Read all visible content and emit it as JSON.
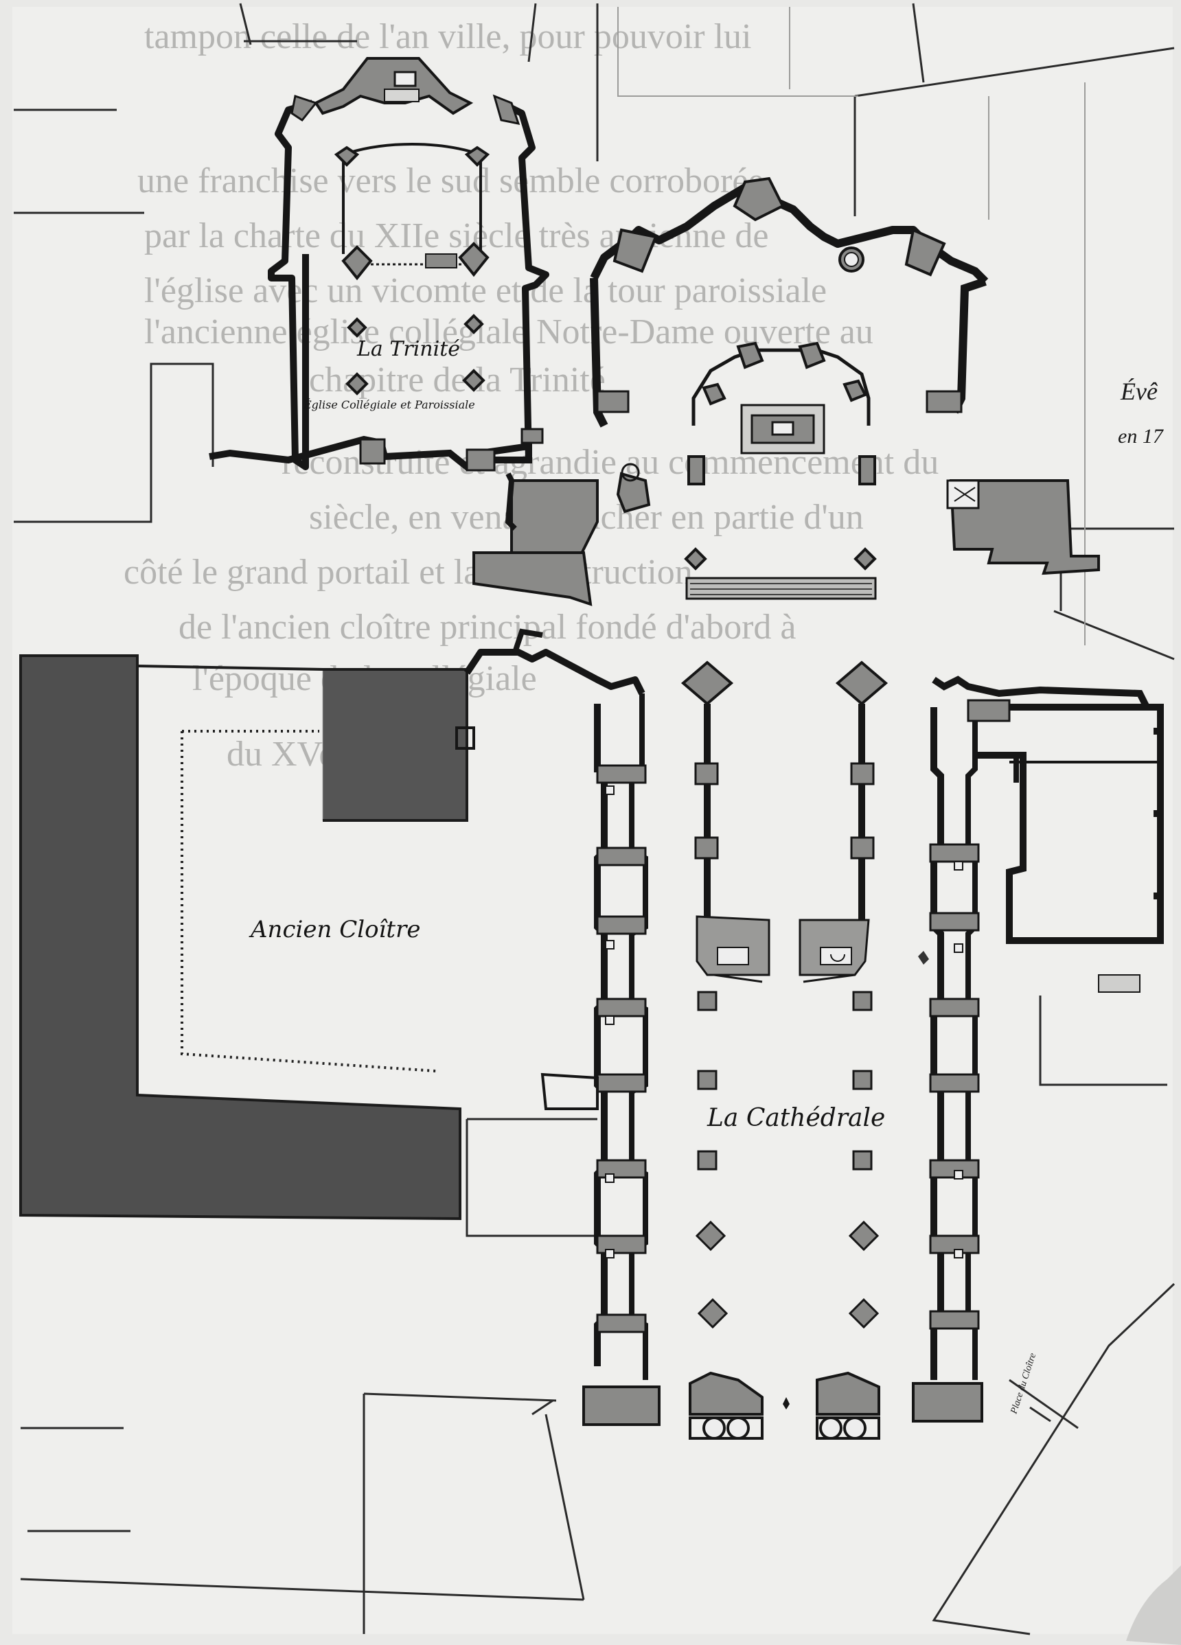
{
  "plan": {
    "labels": {
      "trinite": "La Trinité",
      "trinite_subtitle": "Église Collégiale et Paroissiale",
      "cloitre": "Ancien Cloître",
      "cathedrale": "La Cathédrale",
      "eveche": "Évê",
      "eveche_year": "en 17",
      "margin_note": "Place du Cloître"
    },
    "bleed_through_text": [
      "tampon celle de l'an ville, pour pouvoir lui",
      "une franchise vers le sud semble corroborée",
      "par la charte du XIIe siècle très ancienne de",
      "l'église avec un vicomte et de la tour paroissiale",
      "l'ancienne église collégiale Notre-Dame ouverte au",
      "chapitre de la Trinité",
      "reconstruite et agrandie au commencement du",
      "siècle, en venant toucher en partie d'un",
      "côté le grand portail et la reconstruction",
      "de l'ancien cloître principal fondé d'abord à",
      "l'époque de la collégiale",
      "du XVe siècle"
    ],
    "colors": {
      "paper": "#e9e9e7",
      "ink": "#161616",
      "wall_fill": "#8a8a88",
      "shade": "#4c4c4c",
      "faint": "#b4b4b2"
    }
  }
}
